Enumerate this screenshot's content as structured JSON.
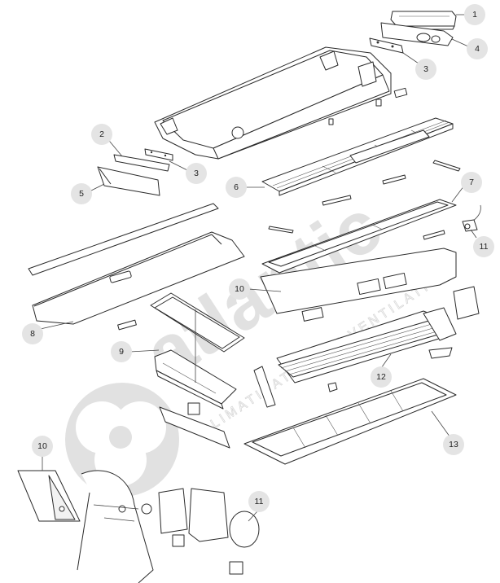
{
  "watermark": {
    "brand": "atlantic",
    "tagline": "CLIMATISATION ET VENTILATION"
  },
  "callouts": [
    {
      "id": "c1",
      "label": "1"
    },
    {
      "id": "c4",
      "label": "4"
    },
    {
      "id": "c3a",
      "label": "3"
    },
    {
      "id": "c2",
      "label": "2"
    },
    {
      "id": "c3b",
      "label": "3"
    },
    {
      "id": "c5",
      "label": "5"
    },
    {
      "id": "c6",
      "label": "6"
    },
    {
      "id": "c7",
      "label": "7"
    },
    {
      "id": "c11a",
      "label": "11"
    },
    {
      "id": "c10a",
      "label": "10"
    },
    {
      "id": "c8",
      "label": "8"
    },
    {
      "id": "c9",
      "label": "9"
    },
    {
      "id": "c12",
      "label": "12"
    },
    {
      "id": "c13",
      "label": "13"
    },
    {
      "id": "c10b",
      "label": "10"
    },
    {
      "id": "c11b",
      "label": "11"
    }
  ]
}
